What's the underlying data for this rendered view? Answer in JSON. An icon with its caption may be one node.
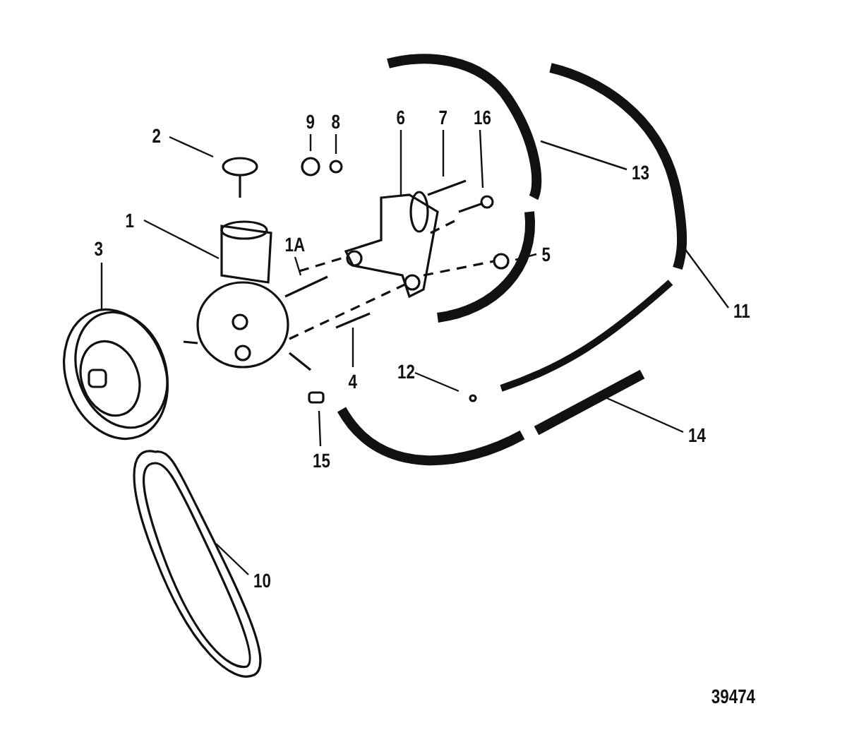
{
  "diagram": {
    "nodes": [
      {
        "text": [
          "2"
        ]
      },
      {
        "text": [
          "9"
        ]
      },
      {
        "text": [
          "8"
        ]
      },
      {
        "text": [
          "6"
        ]
      },
      {
        "text": [
          "7"
        ]
      },
      {
        "text": [
          "16"
        ]
      },
      {
        "text": [
          "13"
        ]
      },
      {
        "text": [
          "1"
        ]
      },
      {
        "text": [
          "3"
        ]
      },
      {
        "text": [
          "1A"
        ]
      },
      {
        "text": [
          "5"
        ]
      },
      {
        "text": [
          "11"
        ]
      },
      {
        "text": [
          "12"
        ]
      },
      {
        "text": [
          "4"
        ]
      },
      {
        "text": [
          "14"
        ]
      },
      {
        "text": [
          "15"
        ]
      },
      {
        "text": [
          "10"
        ]
      }
    ],
    "edges": [
      {
        "from": 0,
        "to": null,
        "arrow": "none"
      },
      {
        "from": 1,
        "to": null,
        "arrow": "none"
      },
      {
        "from": 2,
        "to": null,
        "arrow": "none"
      },
      {
        "from": 3,
        "to": null,
        "arrow": "none"
      },
      {
        "from": 4,
        "to": null,
        "arrow": "none"
      },
      {
        "from": 5,
        "to": null,
        "arrow": "none"
      },
      {
        "from": 6,
        "to": null,
        "arrow": "none"
      },
      {
        "from": 7,
        "to": null,
        "arrow": "none"
      },
      {
        "from": 8,
        "to": null,
        "arrow": "none"
      },
      {
        "from": 9,
        "to": null,
        "arrow": "none"
      },
      {
        "from": 10,
        "to": null,
        "arrow": "none"
      },
      {
        "from": 11,
        "to": null,
        "arrow": "none"
      },
      {
        "from": 12,
        "to": null,
        "arrow": "none"
      },
      {
        "from": 13,
        "to": null,
        "arrow": "none"
      },
      {
        "from": 14,
        "to": null,
        "arrow": "none"
      },
      {
        "from": 15,
        "to": null,
        "arrow": "none"
      },
      {
        "from": 16,
        "to": null,
        "arrow": "none"
      }
    ],
    "labels": [
      "39474"
    ]
  }
}
